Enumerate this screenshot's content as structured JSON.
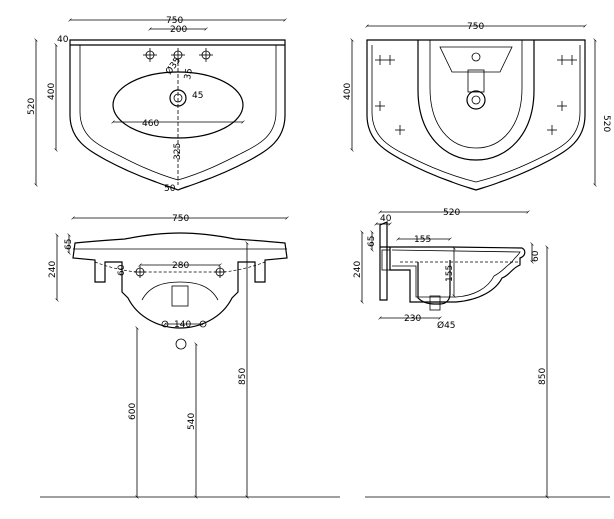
{
  "top_view": {
    "width": "750",
    "tap_spacing": "200",
    "rim": "40",
    "depth_outer": "520",
    "depth_inner": "400",
    "tap_hole": "Ø35",
    "hole_offset": "35",
    "drain": "45",
    "bowl_width": "460",
    "drain_to_front": "325",
    "front_rim": "50"
  },
  "back_view": {
    "width": "750",
    "left_height": "400",
    "right_height": "520"
  },
  "front_view": {
    "width": "750",
    "rim": "65",
    "basin_height": "240",
    "bracket_spacing": "280",
    "bracket_height": "60",
    "fix_spacing": "140",
    "pedestal_height": "600",
    "drain_height": "540",
    "total_height": "850"
  },
  "side_view": {
    "depth": "520",
    "wall_gap": "40",
    "rim": "65",
    "basin_height": "240",
    "bowl_top": "155",
    "trap_height": "155",
    "front_rim": "60",
    "trap_depth": "230",
    "drain_dia": "Ø45",
    "total_height": "850"
  }
}
